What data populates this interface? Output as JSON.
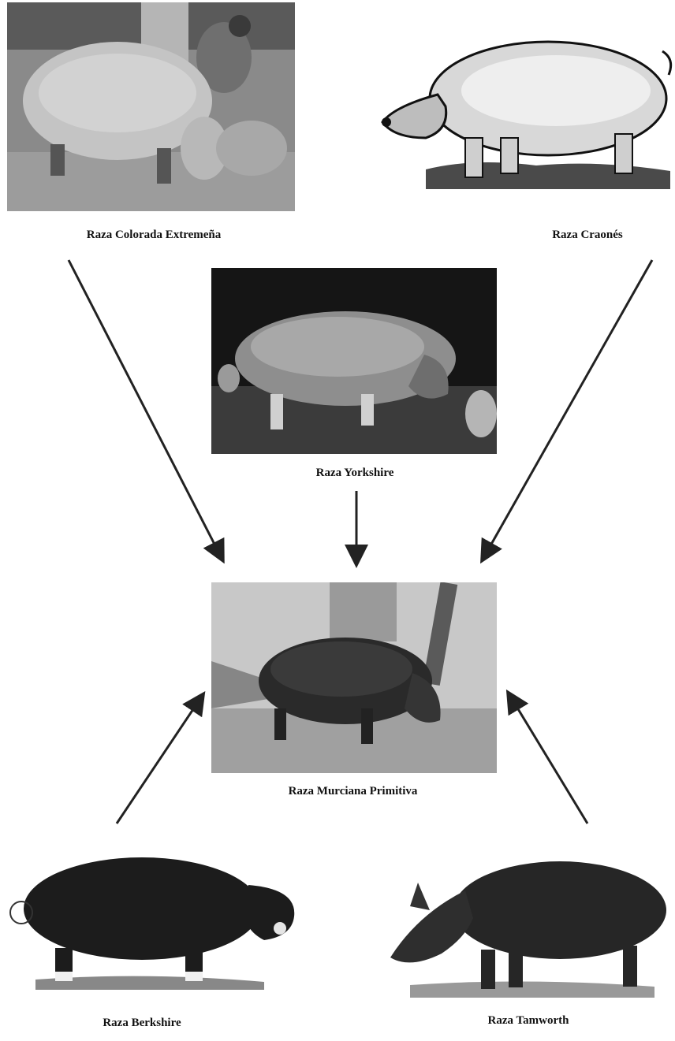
{
  "breeds": {
    "colorada_extremena": {
      "label": "Raza Colorada Extremeña",
      "image": "pig-photo-icon"
    },
    "craones": {
      "label": "Raza Craonés",
      "image": "pig-engraving-icon"
    },
    "yorkshire": {
      "label": "Raza Yorkshire",
      "image": "pig-photo-icon"
    },
    "murciana_primitiva": {
      "label": "Raza Murciana Primitiva",
      "image": "pig-photo-icon"
    },
    "berkshire": {
      "label": "Raza Berkshire",
      "image": "pig-engraving-icon"
    },
    "tamworth": {
      "label": "Raza Tamworth",
      "image": "pig-engraving-icon"
    }
  },
  "relations": [
    {
      "from": "Raza Colorada Extremeña",
      "to": "Raza Murciana Primitiva"
    },
    {
      "from": "Raza Craonés",
      "to": "Raza Murciana Primitiva"
    },
    {
      "from": "Raza Yorkshire",
      "to": "Raza Murciana Primitiva"
    },
    {
      "from": "Raza Berkshire",
      "to": "Raza Murciana Primitiva"
    },
    {
      "from": "Raza Tamworth",
      "to": "Raza Murciana Primitiva"
    }
  ],
  "colors": {
    "arrow": "#222222",
    "text": "#111111"
  }
}
